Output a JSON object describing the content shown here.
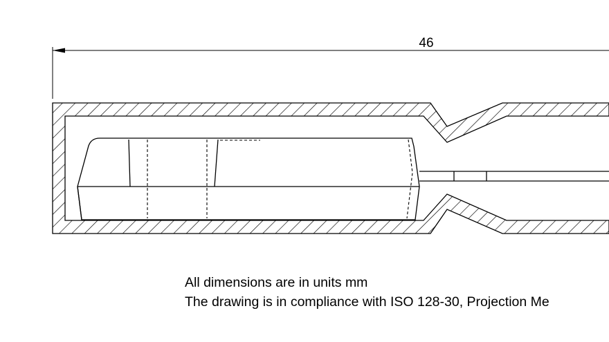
{
  "dimension": {
    "length_value": "46"
  },
  "notes": {
    "units": "All dimensions are in units mm",
    "compliance": "The drawing is in compliance with ISO 128-30, Projection Me"
  },
  "colors": {
    "line": "#000000",
    "background": "#ffffff"
  }
}
